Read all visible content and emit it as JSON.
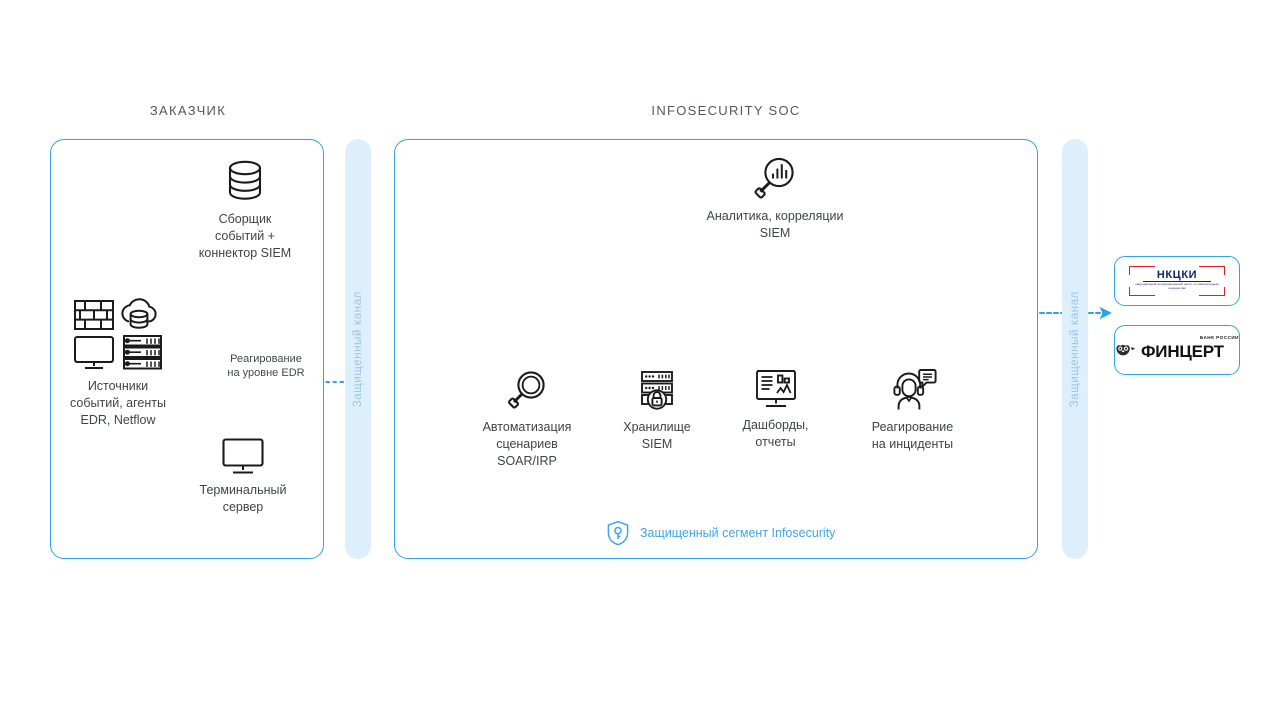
{
  "headers": {
    "customer": "ЗАКАЗЧИК",
    "soc": "INFOSECURITY SOC"
  },
  "channels": {
    "left_label": "Защищенный канал",
    "right_label": "Защищенный канал"
  },
  "customer_panel": {
    "nodes": [
      {
        "id": "collector",
        "icon": "database-icon",
        "caption": "Сборщик\nсобытий +\nконнектор SIEM"
      },
      {
        "id": "sources",
        "icon": "event-sources-icon",
        "caption": "Источники\nсобытий, агенты\nEDR, Netflow"
      },
      {
        "id": "terminal",
        "icon": "monitor-icon",
        "caption": "Терминальный\nсервер"
      }
    ],
    "note_edr": "Реагирование\nна уровне EDR"
  },
  "soc_panel": {
    "analytics": {
      "icon": "magnifier-chart-icon",
      "caption": "Аналитика, корреляции\nSIEM"
    },
    "nodes": [
      {
        "id": "soar",
        "icon": "magnifier-icon",
        "caption": "Автоматизация\nсценариев\nSOAR/IRP"
      },
      {
        "id": "storage",
        "icon": "server-lock-icon",
        "caption": "Хранилище\nSIEM"
      },
      {
        "id": "dashboards",
        "icon": "dashboard-icon",
        "caption": "Дашборды,\nотчеты"
      },
      {
        "id": "response",
        "icon": "operator-icon",
        "caption": "Реагирование\nна инциденты"
      }
    ],
    "segment": {
      "icon": "shield-key-icon",
      "label": "Защищенный сегмент Infosecurity"
    }
  },
  "external": {
    "nkcki": {
      "name": "НКЦКИ",
      "subtitle": "национальный координационный\nцентр по компьютерным инцидентам"
    },
    "fincert": {
      "name": "ФИНЦЕРТ",
      "bank": "БАНК РОССИИ"
    }
  },
  "colors": {
    "accent": "#2fa2e8",
    "arrow": "#2fa2e8",
    "channel_fill": "#ddeffc",
    "channel_text": "#9fc6e2",
    "text": "#3f4447",
    "nkcki_red": "#e02020",
    "nkcki_blue": "#13246b"
  }
}
